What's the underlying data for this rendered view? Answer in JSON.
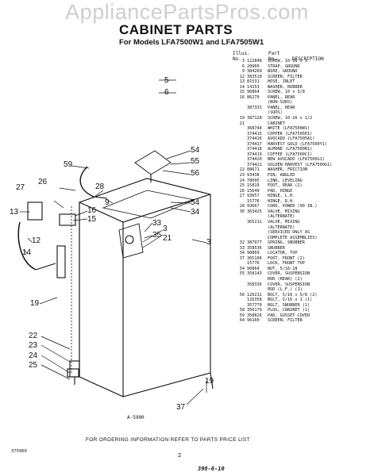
{
  "watermark": "AppliancePartsPros.com",
  "title": "CABINET PARTS",
  "subtitle": "For Models LFA7500W1 and LFA7505W1",
  "table_header": {
    "illus": "Illus.",
    "no1": "No.",
    "part": "Part",
    "no2": "No.",
    "desc": "DESCRIPTION"
  },
  "parts": [
    {
      "ref": "3",
      "no": "122848",
      "desc": "SCREW, 10-16 x 1"
    },
    {
      "ref": "6",
      "no": "20960",
      "desc": "STRAP, GROUND"
    },
    {
      "ref": "9",
      "no": "384269",
      "desc": "WIRE, GROUND"
    },
    {
      "ref": "12",
      "no": "383510",
      "desc": "SCREEN, FILTER"
    },
    {
      "ref": "13",
      "no": "81531",
      "desc": "HOSE, INLET"
    },
    {
      "ref": "14",
      "no": "14153",
      "desc": "WASHER, RUBBER"
    },
    {
      "ref": "15",
      "no": "90864",
      "desc": "SCREW, 10 x 3/8"
    },
    {
      "ref": "16",
      "no": "86279",
      "desc": "PANEL, REAR"
    },
    {
      "ref": "",
      "no": "",
      "desc": "(NON-SUDS)"
    },
    {
      "ref": "",
      "no": "387331",
      "desc": "PANEL, REAR"
    },
    {
      "ref": "",
      "no": "",
      "desc": "(SUDS)"
    },
    {
      "ref": "19",
      "no": "387128",
      "desc": "SCREW, 10-16 x 1/2"
    },
    {
      "ref": "21",
      "no": "",
      "desc": "CABINET"
    },
    {
      "ref": "",
      "no": "368744",
      "desc": "WHITE (LFA7500W1)"
    },
    {
      "ref": "",
      "no": "374415",
      "desc": "COPPER (LFA7505E1)"
    },
    {
      "ref": "",
      "no": "374416",
      "desc": "AVOCADO (LFA7505A1)"
    },
    {
      "ref": "",
      "no": "374417",
      "desc": "HARVEST GOLD (LFA7500Y1)"
    },
    {
      "ref": "",
      "no": "374418",
      "desc": "ALMOND (LFA7500R1)"
    },
    {
      "ref": "",
      "no": "374419",
      "desc": "COFFEE (LFA7500C1)"
    },
    {
      "ref": "",
      "no": "374420",
      "desc": "NEW AVOCADO (LFA7500G1)"
    },
    {
      "ref": "",
      "no": "374421",
      "desc": "GOLDEN HARVEST (LFA7500G1)"
    },
    {
      "ref": "22",
      "no": "88671",
      "desc": "WASHER, FRICTION"
    },
    {
      "ref": "23",
      "no": "93438",
      "desc": "PIN, ANGLED"
    },
    {
      "ref": "24",
      "no": "78095",
      "desc": "LINK, LEVELING"
    },
    {
      "ref": "25",
      "no": "15819",
      "desc": "FOOT, REAR (2)"
    },
    {
      "ref": "26",
      "no": "15649",
      "desc": "PAD, HINGE"
    },
    {
      "ref": "27",
      "no": "93657",
      "desc": "HINGE, L.H."
    },
    {
      "ref": "",
      "no": "15776",
      "desc": "HINGE, R.H."
    },
    {
      "ref": "28",
      "no": "93667",
      "desc": "CORD, POWER (90 IN.)"
    },
    {
      "ref": "30",
      "no": "363425",
      "desc": "VALVE, MIXING"
    },
    {
      "ref": "",
      "no": "",
      "desc": "(ALTERNATE)"
    },
    {
      "ref": "",
      "no": "365211",
      "desc": "VALVE, MIXING"
    },
    {
      "ref": "",
      "no": "",
      "desc": "(ALTERNATE)"
    },
    {
      "ref": "",
      "no": "",
      "desc": "(SERVICED ONLY AS"
    },
    {
      "ref": "",
      "no": "",
      "desc": "COMPLETE ASSEMBLIES)"
    },
    {
      "ref": "32",
      "no": "387977",
      "desc": "SPRING, SNUBBER"
    },
    {
      "ref": "33",
      "no": "358536",
      "desc": "SNUBBER"
    },
    {
      "ref": "34",
      "no": "98869",
      "desc": "LOCATOR, TOP"
    },
    {
      "ref": "37",
      "no": "365106",
      "desc": "FOOT, FRONT (2)"
    },
    {
      "ref": "",
      "no": "15776",
      "desc": "LOCK, FRONT TOP"
    },
    {
      "ref": "54",
      "no": "90864",
      "desc": "NUT, 5/16-18"
    },
    {
      "ref": "55",
      "no": "358143",
      "desc": "COVER, SUSPENSION"
    },
    {
      "ref": "",
      "no": "",
      "desc": "ROD (REAR) (2)"
    },
    {
      "ref": "",
      "no": "358336",
      "desc": "COVER, SUSPENSION"
    },
    {
      "ref": "",
      "no": "",
      "desc": "ROD (L.F.) (1)"
    },
    {
      "ref": "56",
      "no": "126211",
      "desc": "BOLT, 5/16 x 5/8 (2)"
    },
    {
      "ref": "",
      "no": "126358",
      "desc": "BOLT, 5/16 x 1 (1)"
    },
    {
      "ref": "",
      "no": "357770",
      "desc": "BOLT, SNUBBER (1)"
    },
    {
      "ref": "58",
      "no": "356179",
      "desc": "PLUG, CABINET (1)"
    },
    {
      "ref": "59",
      "no": "358826",
      "desc": "PAD, GUSSET COVER"
    },
    {
      "ref": "64",
      "no": "96160",
      "desc": "SCREEN, FILTER"
    }
  ],
  "callouts": {
    "c5": "5",
    "c6": "6",
    "c54a": "54",
    "c55": "55",
    "c56": "56",
    "c59": "59",
    "c27": "27",
    "c26": "26",
    "c28": "28",
    "c9": "9",
    "c54b": "54",
    "c34": "34",
    "c13": "13",
    "c16": "16",
    "c15": "15",
    "c12": "12",
    "c14": "14",
    "c3": "3",
    "c33": "33",
    "c35": "35",
    "c21": "21",
    "c19": "19",
    "c22": "22",
    "c23": "23",
    "c24": "24",
    "c25": "25",
    "c37": "37"
  },
  "figure_label": "A-5900",
  "footer": "FOR ORDERING INFORMATION REFER TO PARTS PRICE LIST",
  "doc_id": "375960",
  "page_no": "2",
  "stamp": "398-6-10"
}
